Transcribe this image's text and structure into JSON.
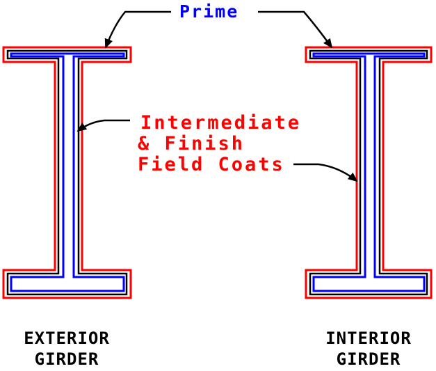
{
  "labels": {
    "prime": "Prime",
    "field_coats_lines": [
      "Intermediate",
      "& Finish",
      "Field Coats"
    ],
    "exterior_lines": [
      "EXTERIOR",
      "GIRDER"
    ],
    "interior_lines": [
      "INTERIOR",
      "GIRDER"
    ]
  },
  "colors": {
    "prime": "#0000ff",
    "field_coats": "#ff0000",
    "outline": "#000000",
    "label_text": "#000000",
    "background": "#ffffff"
  }
}
